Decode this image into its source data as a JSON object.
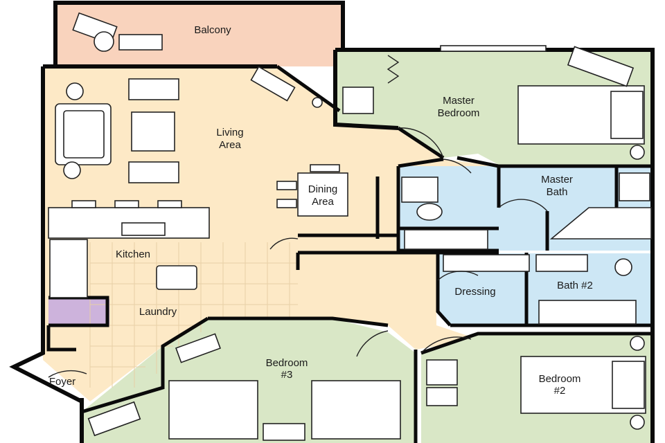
{
  "rooms": {
    "balcony": "Balcony",
    "living_line1": "Living",
    "living_line2": "Area",
    "master_bed_line1": "Master",
    "master_bed_line2": "Bedroom",
    "master_bath_line1": "Master",
    "master_bath_line2": "Bath",
    "dining_line1": "Dining",
    "dining_line2": "Area",
    "kitchen": "Kitchen",
    "laundry": "Laundry",
    "dressing": "Dressing",
    "bath2": "Bath #2",
    "bedroom3_line1": "Bedroom",
    "bedroom3_line2": "#3",
    "bedroom2_line1": "Bedroom",
    "bedroom2_line2": "#2",
    "foyer": "Foyer"
  },
  "colors": {
    "balcony": "#f9d3bd",
    "living": "#fde9c6",
    "bedroom": "#d9e7c6",
    "bath": "#cde7f5",
    "laundry": "#cdb3dc",
    "wall": "#0a0a0a"
  }
}
